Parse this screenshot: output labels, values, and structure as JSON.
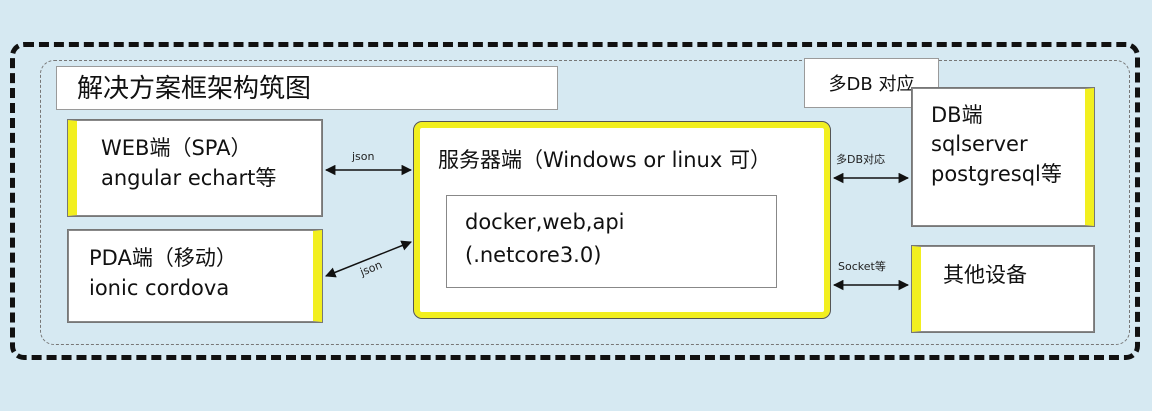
{
  "title": "解决方案框架构筑图",
  "multi_db_note": "多DB 对应",
  "nodes": {
    "web": {
      "line1": "WEB端（SPA）",
      "line2": "angular echart等"
    },
    "pda": {
      "line1": "PDA端（移动）",
      "line2": "ionic cordova"
    },
    "server": {
      "title": "服务器端（Windows or linux 可）"
    },
    "docker": {
      "line1": "docker,web,api",
      "line2": "(.netcore3.0)"
    },
    "db": {
      "line1": "DB端",
      "line2": "sqlserver",
      "line3": "postgresql等"
    },
    "device": {
      "line1": "其他设备"
    }
  },
  "edges": {
    "web_server": "json",
    "pda_server": "json",
    "server_db": "多DB对応",
    "server_device": "Socket等"
  },
  "colors": {
    "background": "#d6e9f2",
    "highlight": "#f2ef1f"
  }
}
